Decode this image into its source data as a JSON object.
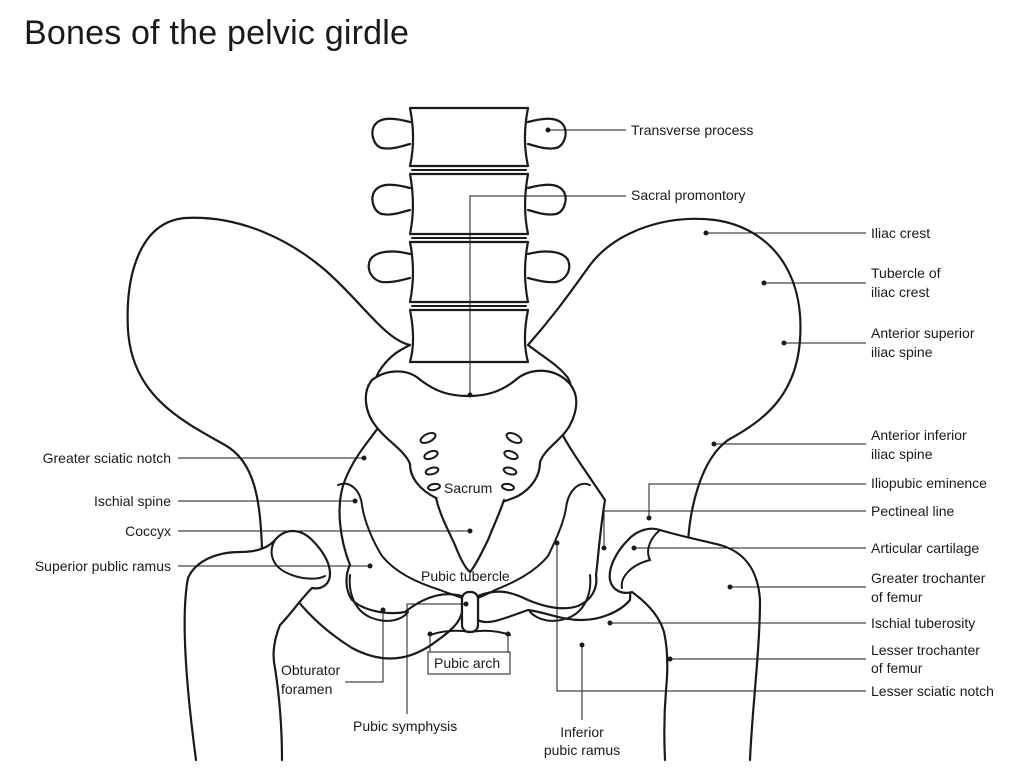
{
  "title": "Bones of the pelvic girdle",
  "labels": {
    "transverse_process": "Transverse process",
    "sacral_promontory": "Sacral promontory",
    "iliac_crest": "Iliac crest",
    "tubercle_line1": "Tubercle of",
    "tubercle_line2": "iliac crest",
    "asis_line1": "Anterior superior",
    "asis_line2": "iliac spine",
    "aiis_line1": "Anterior inferior",
    "aiis_line2": "iliac spine",
    "iliopubic_eminence": "Iliopubic eminence",
    "pectineal_line": "Pectineal line",
    "articular_cartilage": "Articular cartilage",
    "greater_troch_line1": "Greater trochanter",
    "greater_troch_line2": "of femur",
    "ischial_tuberosity": "Ischial tuberosity",
    "lesser_troch_line1": "Lesser trochanter",
    "lesser_troch_line2": "of femur",
    "lesser_sciatic_notch": "Lesser sciatic notch",
    "greater_sciatic_notch": "Greater sciatic notch",
    "ischial_spine": "Ischial spine",
    "coccyx": "Coccyx",
    "superior_pubic_ramus": "Superior public ramus",
    "sacrum": "Sacrum",
    "pubic_tubercle": "Pubic tubercle",
    "pubic_arch": "Pubic arch",
    "obturator_line1": "Obturator",
    "obturator_line2": "foramen",
    "pubic_symphysis": "Pubic symphysis",
    "inferior_ramus_line1": "Inferior",
    "inferior_ramus_line2": "pubic ramus"
  }
}
